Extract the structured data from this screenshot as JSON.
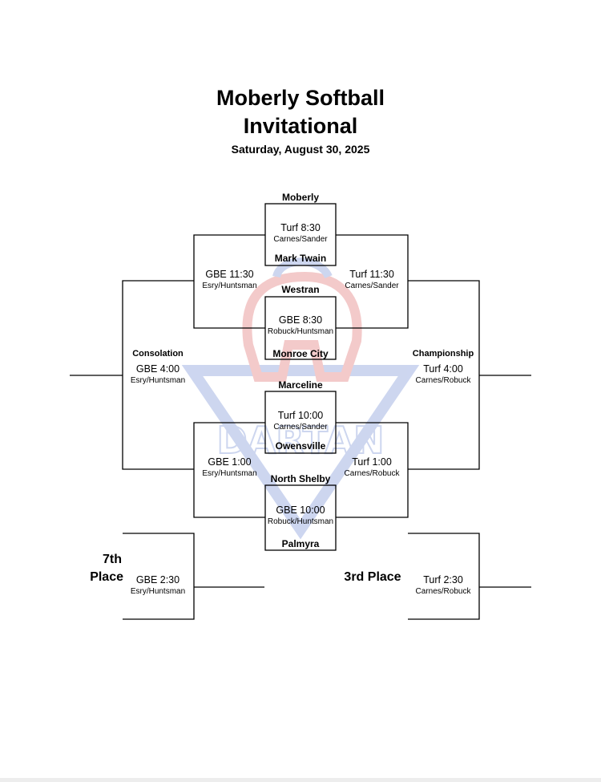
{
  "header": {
    "title_line1": "Moberly Softball",
    "title_line2": "Invitational",
    "date": "Saturday, August 30, 2025"
  },
  "logo": {
    "colors": [
      "#c8d2ee",
      "#f2c5c5"
    ]
  },
  "bracket": {
    "game1": {
      "team_top": "Moberly",
      "team_bottom": "Mark Twain",
      "time": "Turf 8:30",
      "umpires": "Carnes/Sander"
    },
    "game2": {
      "team_top": "Westran",
      "team_bottom": "Monroe City",
      "time": "GBE 8:30",
      "umpires": "Robuck/Huntsman"
    },
    "game3": {
      "team_top": "Marceline",
      "team_bottom": "Owensville",
      "time": "Turf 10:00",
      "umpires": "Carnes/Sander"
    },
    "game4": {
      "team_top": "North Shelby",
      "team_bottom": "Palmyra",
      "time": "GBE 10:00",
      "umpires": "Robuck/Huntsman"
    },
    "semi_losers_top": {
      "time": "GBE 11:30",
      "umpires": "Esry/Huntsman"
    },
    "semi_winners_top": {
      "time": "Turf 11:30",
      "umpires": "Carnes/Sander"
    },
    "semi_losers_bottom": {
      "time": "GBE 1:00",
      "umpires": "Esry/Huntsman"
    },
    "semi_winners_bottom": {
      "time": "Turf 1:00",
      "umpires": "Carnes/Robuck"
    },
    "consolation": {
      "label": "Consolation",
      "time": "GBE 4:00",
      "umpires": "Esry/Huntsman"
    },
    "championship": {
      "label": "Championship",
      "time": "Turf 4:00",
      "umpires": "Carnes/Robuck"
    },
    "seventh": {
      "label_line1": "7th",
      "label_line2": "Place",
      "time": "GBE 2:30",
      "umpires": "Esry/Huntsman"
    },
    "third": {
      "label": "3rd Place",
      "time": "Turf 2:30",
      "umpires": "Carnes/Robuck"
    }
  }
}
